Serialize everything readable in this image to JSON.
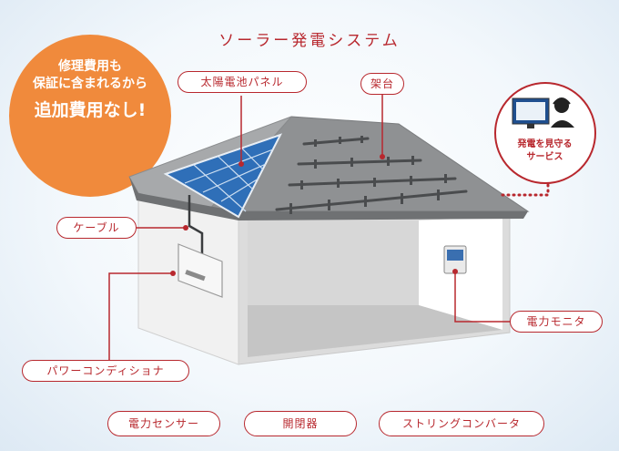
{
  "title": "ソーラー発電システム",
  "badge": {
    "line1": "修理費用も",
    "line2": "保証に含まれるから",
    "line3": "追加費用なし!"
  },
  "labels": {
    "panel": "太陽電池パネル",
    "mount": "架台",
    "cable": "ケーブル",
    "power_conditioner": "パワーコンディショナ",
    "power_monitor": "電力モニタ"
  },
  "monitoring_service": {
    "line1": "発電を見守る",
    "line2": "サービス"
  },
  "bottom_labels": [
    "電力センサー",
    "開閉器",
    "ストリングコンバータ"
  ],
  "colors": {
    "accent": "#b8282e",
    "badge": "#f08a3c",
    "roof": "#8d8f91",
    "wall": "#e6e6e6",
    "panel": "#2f6fb8"
  }
}
